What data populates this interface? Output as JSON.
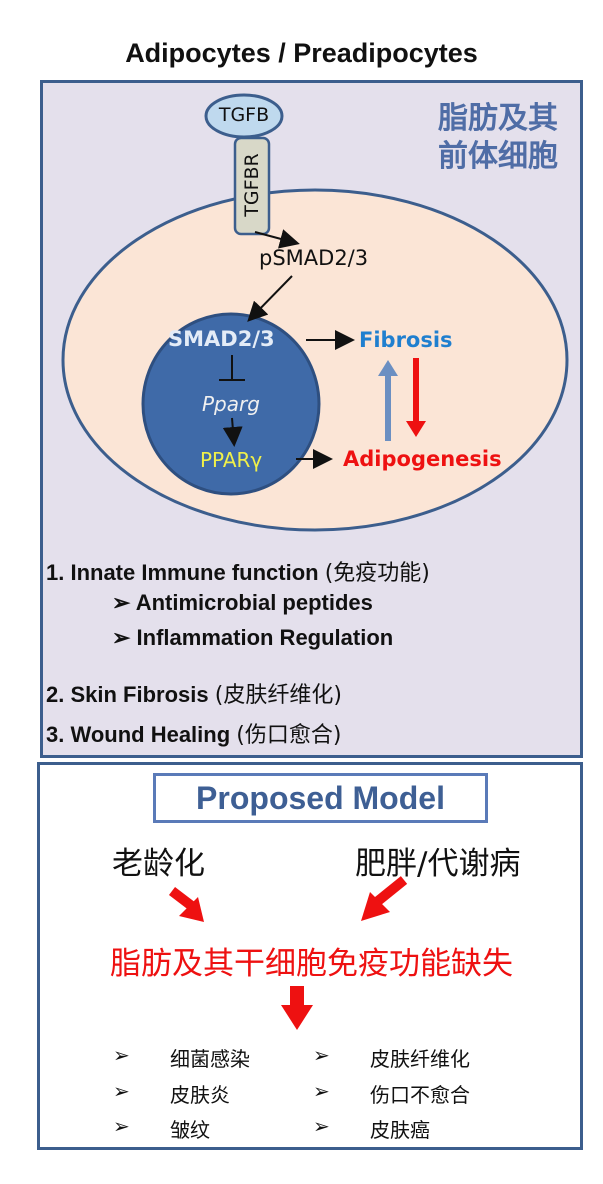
{
  "title": "Adipocytes / Preadipocytes",
  "cell_label": [
    "脂肪及其",
    "前体细胞"
  ],
  "diagram": {
    "ligand": "TGFB",
    "receptor": "TGFBR",
    "psmad": "pSMAD2/3",
    "smad": "SMAD2/3",
    "pparg_gene": "Pparg",
    "ppar_protein": "PPARγ",
    "fibrosis": "Fibrosis",
    "adipogenesis": "Adipogenesis"
  },
  "functions": {
    "item1": {
      "label": "1. Innate Immune function",
      "zh": "(免疫功能)"
    },
    "item1_sub": [
      "➢   Antimicrobial peptides",
      "➢   Inflammation Regulation"
    ],
    "item2": {
      "label": "2.    Skin Fibrosis",
      "zh": "(皮肤纤维化)"
    },
    "item3": {
      "label": "3.    Wound Healing",
      "zh": "(伤口愈合)"
    }
  },
  "model": {
    "heading": "Proposed Model",
    "cause_left": "老龄化",
    "cause_right": "肥胖/代谢病",
    "result": "脂肪及其干细胞免疫功能缺失",
    "effects_left": [
      "细菌感染",
      "皮肤炎",
      "皱纹"
    ],
    "effects_right": [
      "皮肤纤维化",
      "伤口不愈合",
      "皮肤癌"
    ],
    "bullet_glyph": "➢"
  },
  "colors": {
    "panel_border": "#3c5e8d",
    "nucleus": "#3f6aa8",
    "cytoplasm": "#fbe5d6",
    "fibrosis_text": "#1f7fcf",
    "adipogenesis_text": "#ee1111",
    "ppar_text": "#f0f04a",
    "red_arrow": "#ee1111",
    "blue_arrow": "#6b8fc2"
  }
}
